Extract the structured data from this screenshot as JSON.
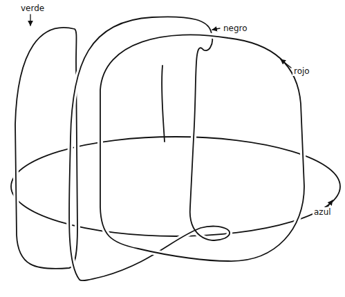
{
  "diagram": {
    "labels": [
      "verde",
      "negro",
      "rojo",
      "azul"
    ]
  }
}
